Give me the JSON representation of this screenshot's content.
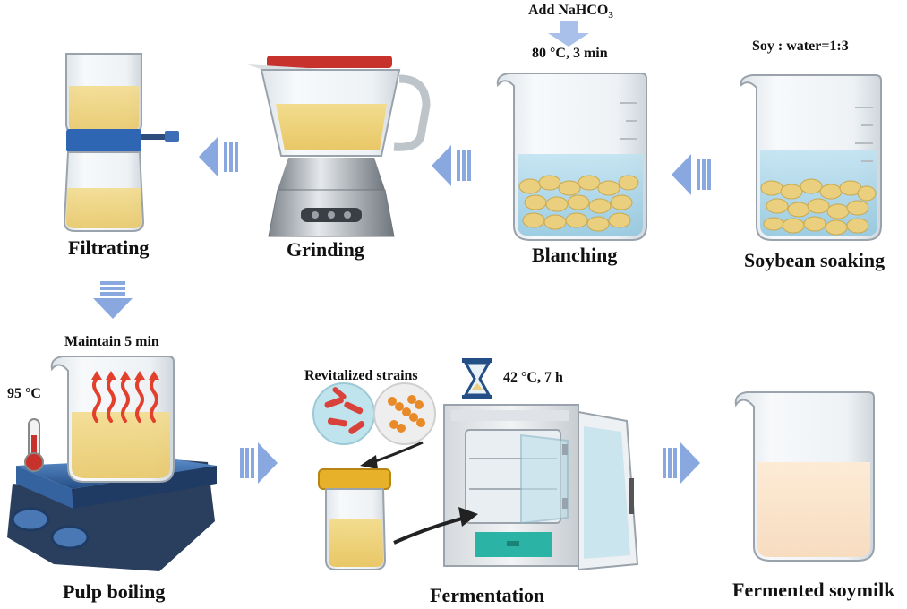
{
  "steps": {
    "soaking": {
      "label": "Soybean soaking",
      "note": "Soy : water=1:3"
    },
    "blanching": {
      "label": "Blanching",
      "note_prefix": "Add NaHCO",
      "note_subscript": "3",
      "condition": "80 °C, 3 min"
    },
    "grinding": {
      "label": "Grinding"
    },
    "filtrating": {
      "label": "Filtrating"
    },
    "pulp_boiling": {
      "label": "Pulp boiling",
      "note": "Maintain 5 min",
      "temperature": "95 °C"
    },
    "fermentation": {
      "label": "Fermentation",
      "strains": "Revitalized strains",
      "condition": "42 °C, 7  h"
    },
    "product": {
      "label": "Fermented soymilk"
    }
  },
  "colors": {
    "arrow": "#8aa8e0",
    "water": "#a9d6ea",
    "bean": "#e9cf7e",
    "soymilk": "#efd27a",
    "hotplate": "#2d5c9a",
    "heat": "#e2402d",
    "fermented": "#fbe6cf"
  }
}
